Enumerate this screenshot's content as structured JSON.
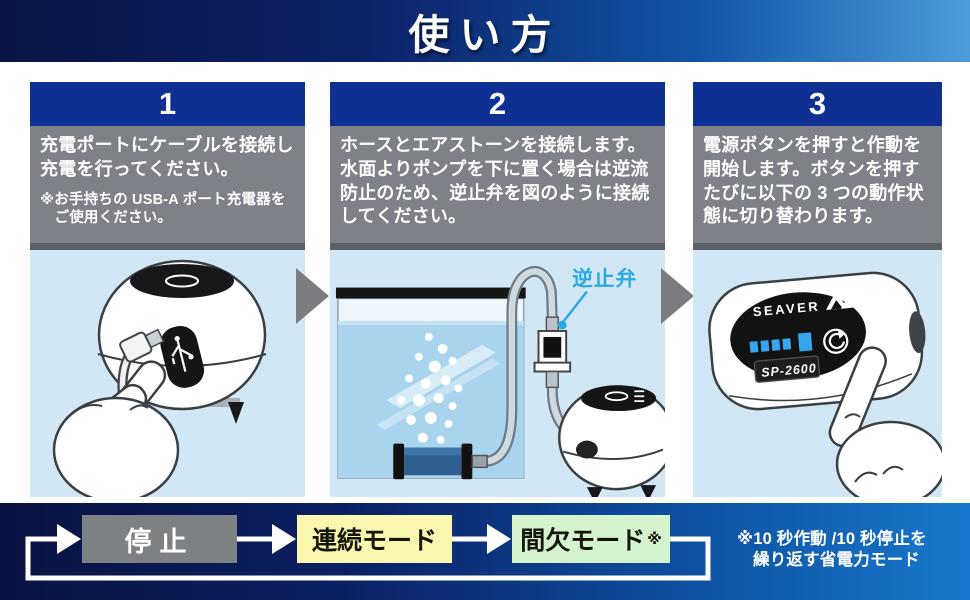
{
  "banner": {
    "title": "使い方"
  },
  "steps": [
    {
      "number": "1",
      "text": "充電ポートにケーブルを接続し充電を行ってください。",
      "note": "※お手持ちの USB-A ポート充電器をご使用ください。"
    },
    {
      "number": "2",
      "text": "ホースとエアストーンを接続します。水面よりポンプを下に置く場合は逆流防止のため、逆止弁を図のように接続してください。",
      "callout": "逆止弁"
    },
    {
      "number": "3",
      "text": "電源ボタンを押すと作動を開始します。ボタンを押すたびに以下の 3 つの動作状態に切り替わります。",
      "device_brand": "SEAVER",
      "device_model": "SP-2600"
    }
  ],
  "flow": {
    "stop": "停止",
    "continuous": "連続モード",
    "intermittent": "間欠モード",
    "intermittent_mark": "※",
    "note_line1": "※10 秒作動 /10 秒停止を",
    "note_line2": "繰り返す省電力モード"
  },
  "icons": {
    "panel_arrow": "triangle-right",
    "usb_port": "usb-trident",
    "power_button": "circular-arrow",
    "brand_logo": "mountain-triangles"
  },
  "colors": {
    "step_header": "#0d3092",
    "text_box": "#7e8187",
    "illustration_bg": "#d2e7f5",
    "stop_box": "#7e8183",
    "continuous_box": "#faf7b0",
    "intermittent_box": "#d6f3cf",
    "callout_cyan": "#2aa9e0",
    "indicator_blue": "#37a5ec",
    "banner_dark": "#0a1446",
    "banner_light": "#4c9bd9"
  }
}
